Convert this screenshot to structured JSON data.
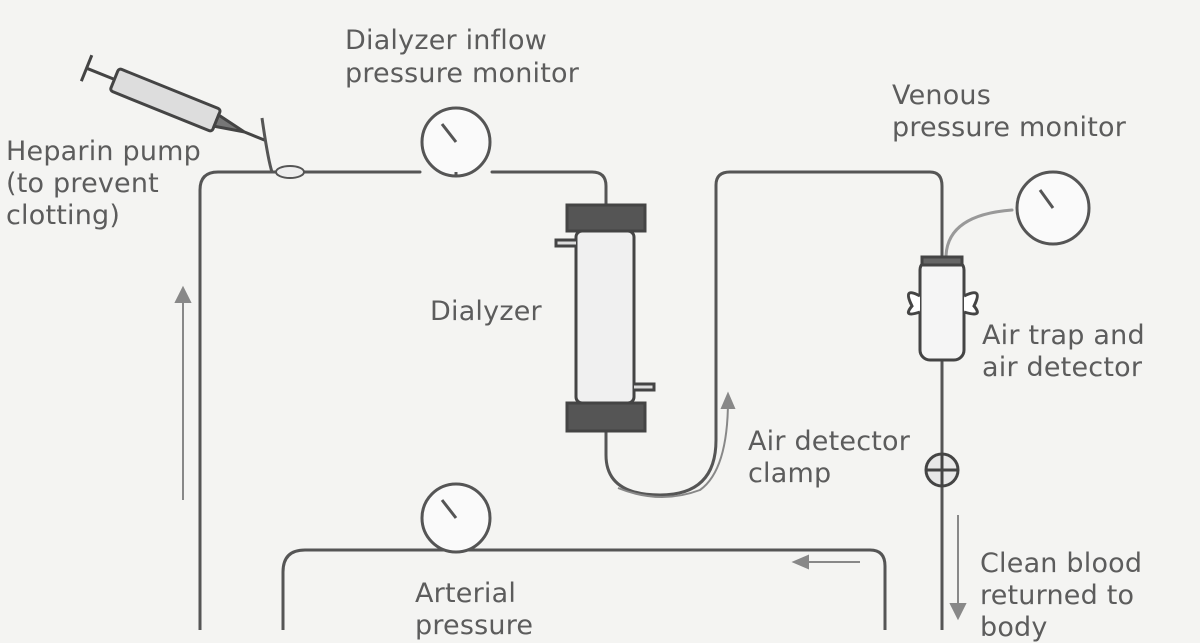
{
  "labels": {
    "dialyzer_inflow": [
      "Dialyzer inflow",
      "pressure monitor"
    ],
    "heparin_pump": [
      "Heparin pump",
      "(to prevent",
      "clotting)"
    ],
    "venous_monitor": [
      "Venous",
      "pressure monitor"
    ],
    "dialyzer": "Dialyzer",
    "air_trap": [
      "Air trap and",
      "air detector"
    ],
    "air_detector_clamp": [
      "Air detector",
      "clamp"
    ],
    "clean_blood": [
      "Clean blood",
      "returned to",
      "body"
    ],
    "arterial_pressure": [
      "Arterial",
      "pressure"
    ]
  }
}
